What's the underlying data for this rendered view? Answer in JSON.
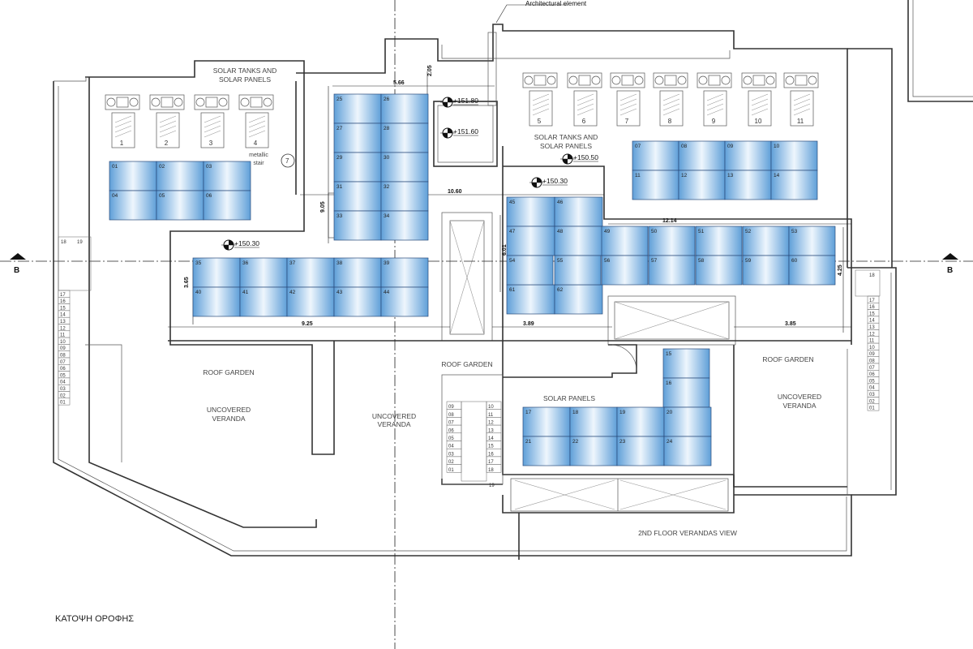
{
  "drawing_title": "ΚΑΤΟΨΗ ΟΡΟΦΗΣ",
  "annotation": "Architectural element",
  "section_marker": "B",
  "rooms": {
    "solar_tanks_left": "SOLAR TANKS AND\nSOLAR PANELS",
    "solar_tanks_right": "SOLAR TANKS AND\nSOLAR PANELS",
    "metallic_stair": "metallic\nstair",
    "metallic_stair_marker": "7",
    "roof_garden_left": "ROOF GARDEN",
    "roof_garden_center": "ROOF GARDEN",
    "roof_garden_right": "ROOF GARDEN",
    "veranda_left": "UNCOVERED\nVERANDA",
    "veranda_center": "UNCOVERED\nVERANDA",
    "veranda_right": "UNCOVERED\nVERANDA",
    "solar_panels": "SOLAR PANELS",
    "floor2_view": "2ND FLOOR VERANDAS VIEW"
  },
  "levels": [
    "+151.80",
    "+151.60",
    "+150.50",
    "+150.30",
    "+150.30"
  ],
  "dimensions": [
    "5.66",
    "2.05",
    "10.60",
    "9.05",
    "12.14",
    "6.01",
    "4.25",
    "3.65",
    "9.25",
    "3.89",
    "3.85"
  ],
  "tanks": [
    "1",
    "2",
    "3",
    "4",
    "5",
    "6",
    "7",
    "8",
    "9",
    "10",
    "11"
  ],
  "panel_groups": [
    [
      "01",
      "02",
      "03",
      "04",
      "05",
      "06"
    ],
    [
      "07",
      "08",
      "09",
      "10",
      "11",
      "12",
      "13",
      "14"
    ],
    [
      "15",
      "16"
    ],
    [
      "17",
      "18",
      "19",
      "20",
      "21",
      "22",
      "23",
      "24"
    ],
    [
      "25",
      "26",
      "27",
      "28",
      "29",
      "30",
      "31",
      "32",
      "33",
      "34"
    ],
    [
      "35",
      "36",
      "37",
      "38",
      "39",
      "40",
      "41",
      "42",
      "43",
      "44"
    ],
    [
      "45",
      "46",
      "47",
      "48",
      "61",
      "62"
    ],
    [
      "49",
      "50",
      "51",
      "52",
      "53",
      "54",
      "55",
      "56",
      "57",
      "58",
      "59",
      "60"
    ]
  ],
  "stairs": {
    "left": [
      "17",
      "16",
      "15",
      "14",
      "13",
      "12",
      "11",
      "10",
      "09",
      "08",
      "07",
      "06",
      "05",
      "04",
      "03",
      "02",
      "01"
    ],
    "left_top": [
      "18",
      "19"
    ],
    "right": [
      "17",
      "16",
      "15",
      "14",
      "13",
      "12",
      "11",
      "10",
      "09",
      "08",
      "07",
      "06",
      "05",
      "04",
      "03",
      "02",
      "01"
    ],
    "right_top": "18",
    "center_left": [
      "09",
      "08",
      "07",
      "06",
      "05",
      "04",
      "03",
      "02",
      "01"
    ],
    "center_right": [
      "10",
      "11",
      "12",
      "13",
      "14",
      "15",
      "16",
      "17",
      "18"
    ],
    "center_bottom": "19"
  }
}
